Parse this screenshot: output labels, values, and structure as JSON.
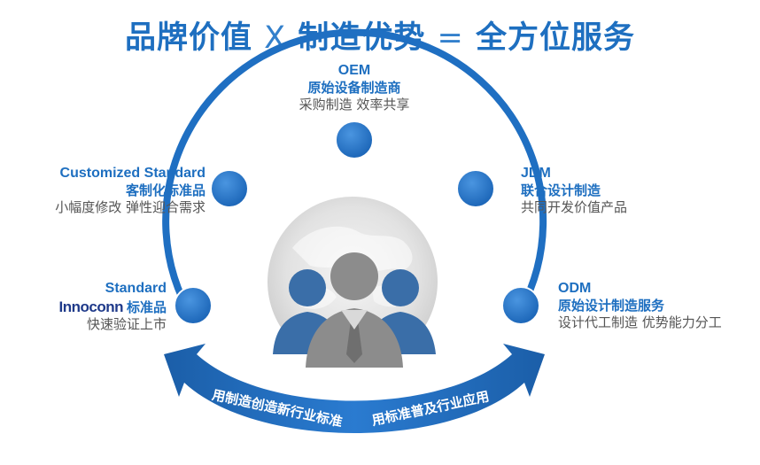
{
  "title": {
    "part1": "品牌价值",
    "operator1": "X",
    "part2": "制造优势",
    "operator2": "=",
    "part3": "全方位服务"
  },
  "nodes": {
    "oem": {
      "name_en": "OEM",
      "name_cn": "原始设备制造商",
      "desc": "采购制造  效率共享"
    },
    "customized": {
      "name_en": "Customized Standard",
      "name_cn": "客制化标准品",
      "desc": "小幅度修改  弹性迎合需求"
    },
    "jdm": {
      "name_en": "JDM",
      "name_cn": "联合设计制造",
      "desc": "共同开发价值产品"
    },
    "standard": {
      "name_en": "Standard",
      "logo": "Innoconn",
      "name_cn": "标准品",
      "desc": "快速验证上市"
    },
    "odm": {
      "name_en": "ODM",
      "name_cn": "原始设计制造服务",
      "desc": "设计代工制造  优势能力分工"
    }
  },
  "arrow": {
    "left_text": "用制造创造新行业标准",
    "right_text": "用标准普及行业应用"
  },
  "colors": {
    "primary": "#1e6fc0",
    "node_fill": "#2775c9",
    "gray_text": "#555555",
    "people": "#3a6ea8",
    "center_person": "#8c8c8c"
  }
}
